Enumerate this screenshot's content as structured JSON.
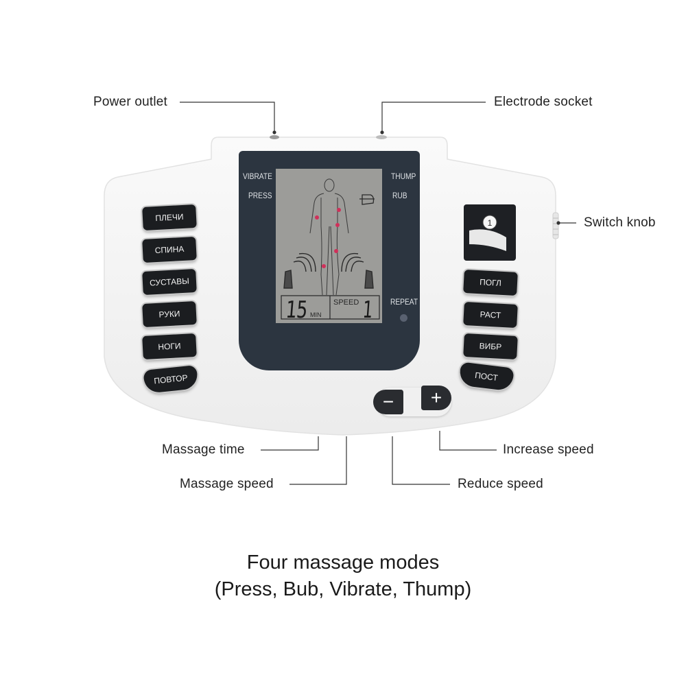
{
  "callouts": {
    "power_outlet": "Power outlet",
    "electrode_socket": "Electrode socket",
    "switch_knob": "Switch knob",
    "massage_time": "Massage time",
    "massage_speed": "Massage speed",
    "increase_speed": "Increase speed",
    "reduce_speed": "Reduce speed"
  },
  "screen": {
    "mode_vibrate": "VIBRATE",
    "mode_press": "PRESS",
    "mode_thump": "THUMP",
    "mode_rub": "RUB",
    "repeat": "REPEAT",
    "time_value": "15",
    "time_unit": "MIN",
    "speed_label": "SPEED",
    "speed_value": "1"
  },
  "left_buttons": [
    "ПЛЕЧИ",
    "СПИНА",
    "СУСТАВЫ",
    "РУКИ",
    "НОГИ",
    "ПОВТОР"
  ],
  "right_buttons": [
    "ПОГЛ",
    "РАСТ",
    "ВИБР",
    "ПОСТ"
  ],
  "speed_controls": {
    "minus": "−",
    "plus": "+"
  },
  "caption": {
    "line1": "Four massage modes",
    "line2": "(Press, Bub, Vibrate, Thump)"
  },
  "colors": {
    "device_body": "#f4f4f4",
    "screen_frame": "#2c3540",
    "lcd": "#9c9c99",
    "button": "#1b1d20",
    "hotspot": "#d0305a"
  },
  "icons": [
    "power-socket-icon",
    "electrode-socket-icon",
    "power-switch-icon",
    "body-figure-icon",
    "hand-pointer-icon",
    "massage-hand-icon"
  ]
}
